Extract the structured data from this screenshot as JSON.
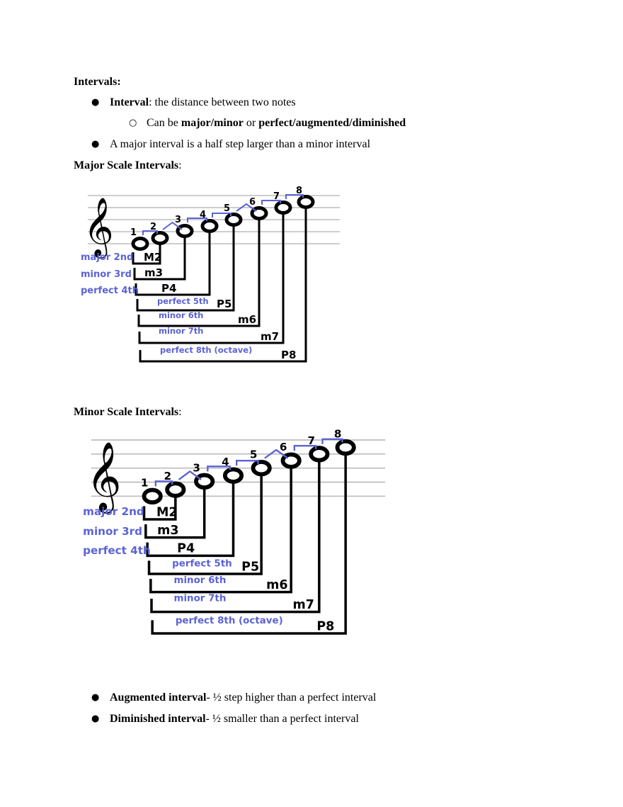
{
  "heading_intervals": "Intervals:",
  "bullets_top": {
    "interval_term": "Interval",
    "interval_def": ": the distance between two notes",
    "sub_prefix": "Can be ",
    "sub_bold1": "major/minor",
    "sub_mid": " or ",
    "sub_bold2": "perfect/augmented/diminished",
    "major_note": "A major interval is a half step larger than a minor interval"
  },
  "major_heading": {
    "bold": "Major Scale Intervals",
    "tail": ":"
  },
  "minor_heading": {
    "bold": "Minor Scale Intervals",
    "tail": ":"
  },
  "diagram": {
    "note_numbers": [
      "1",
      "2",
      "3",
      "4",
      "5",
      "6",
      "7",
      "8"
    ],
    "left_labels": [
      "major 2nd",
      "minor 3rd",
      "perfect 4th"
    ],
    "inner_labels": [
      "perfect 5th",
      "minor 6th",
      "minor 7th",
      "perfect 8th (octave)"
    ],
    "abbrev": [
      "M2",
      "m3",
      "P4",
      "P5",
      "m6",
      "m7",
      "P8"
    ]
  },
  "bullets_bottom": {
    "aug_term": "Augmented interval",
    "aug_def": "- ½ step higher than a perfect interval",
    "dim_term": "Diminished interval",
    "dim_def": "- ½ smaller than a perfect interval"
  }
}
